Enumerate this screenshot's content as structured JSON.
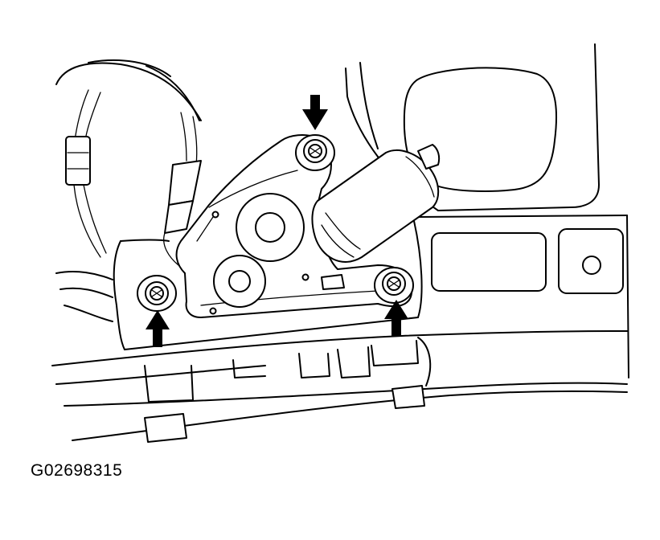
{
  "figure": {
    "code": "G02698315"
  },
  "arrows": [
    {
      "id": "top",
      "direction": "down"
    },
    {
      "id": "left",
      "direction": "up"
    },
    {
      "id": "right",
      "direction": "up"
    }
  ],
  "colors": {
    "line": "#000000",
    "background": "#ffffff"
  }
}
